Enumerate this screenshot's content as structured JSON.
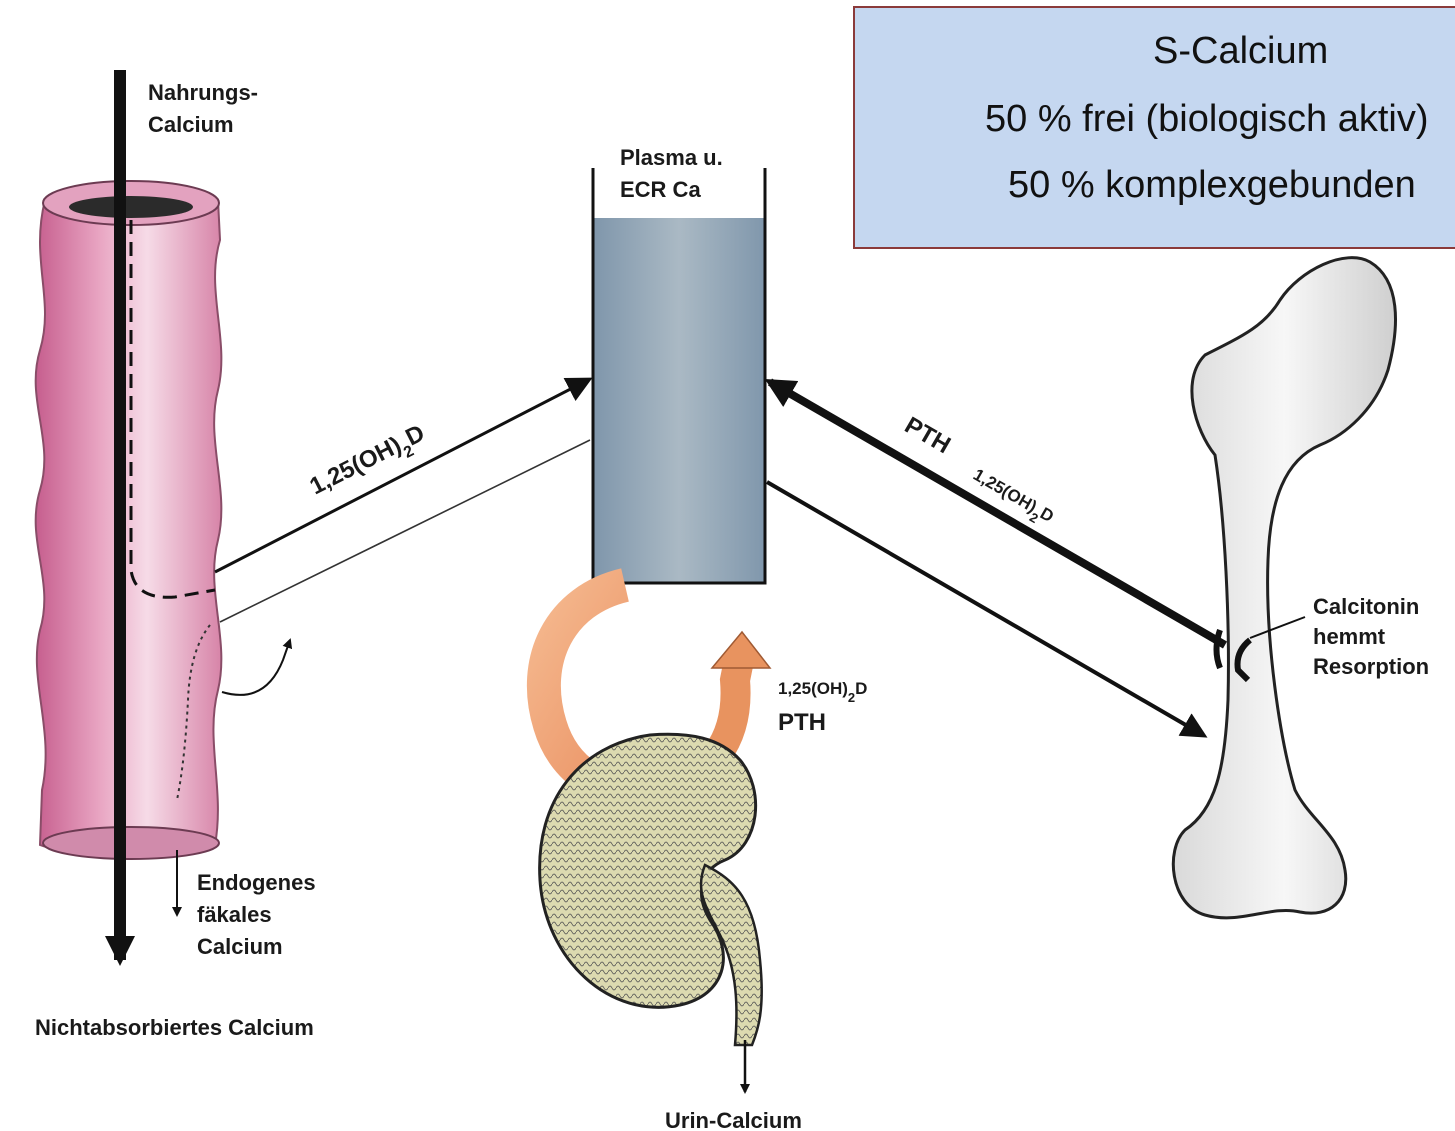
{
  "labels": {
    "dietary_calcium": [
      "Nahrungs-",
      "Calcium"
    ],
    "plasma": [
      "Plasma u.",
      "ECR Ca"
    ],
    "vitd_gut": "1,25(OH)",
    "vitd_gut_sub": "2",
    "vitd_gut_end": "D",
    "pth_bone": "PTH",
    "vitd_bone": "1,25(OH)",
    "vitd_bone_sub": "2",
    "vitd_bone_end": "D",
    "vitd_kidney": "1,25(OH)",
    "vitd_kidney_sub": "2",
    "vitd_kidney_end": "D",
    "pth_kidney": "PTH",
    "calcitonin": [
      "Calcitonin",
      "hemmt",
      "Resorption"
    ],
    "fecal": [
      "Endogenes",
      "fäkales",
      "Calcium"
    ],
    "unabsorbed": "Nichtabsorbiertes Calcium",
    "urine": "Urin-Calcium"
  },
  "info_box": {
    "line1": "S-Calcium",
    "line2": "50 % frei (biologisch aktiv)",
    "line3": "50 % komplexgebunden"
  },
  "colors": {
    "intestine": "#e8a7c3",
    "intestine_shade": "#c86a94",
    "plasma_fill": "#8ea4b7",
    "info_bg": "#c5d7f0",
    "info_border": "#8b3a3a",
    "kidney": "#d9d7a6",
    "bone": "#ececec",
    "kidney_arrow": "#f0a878"
  }
}
